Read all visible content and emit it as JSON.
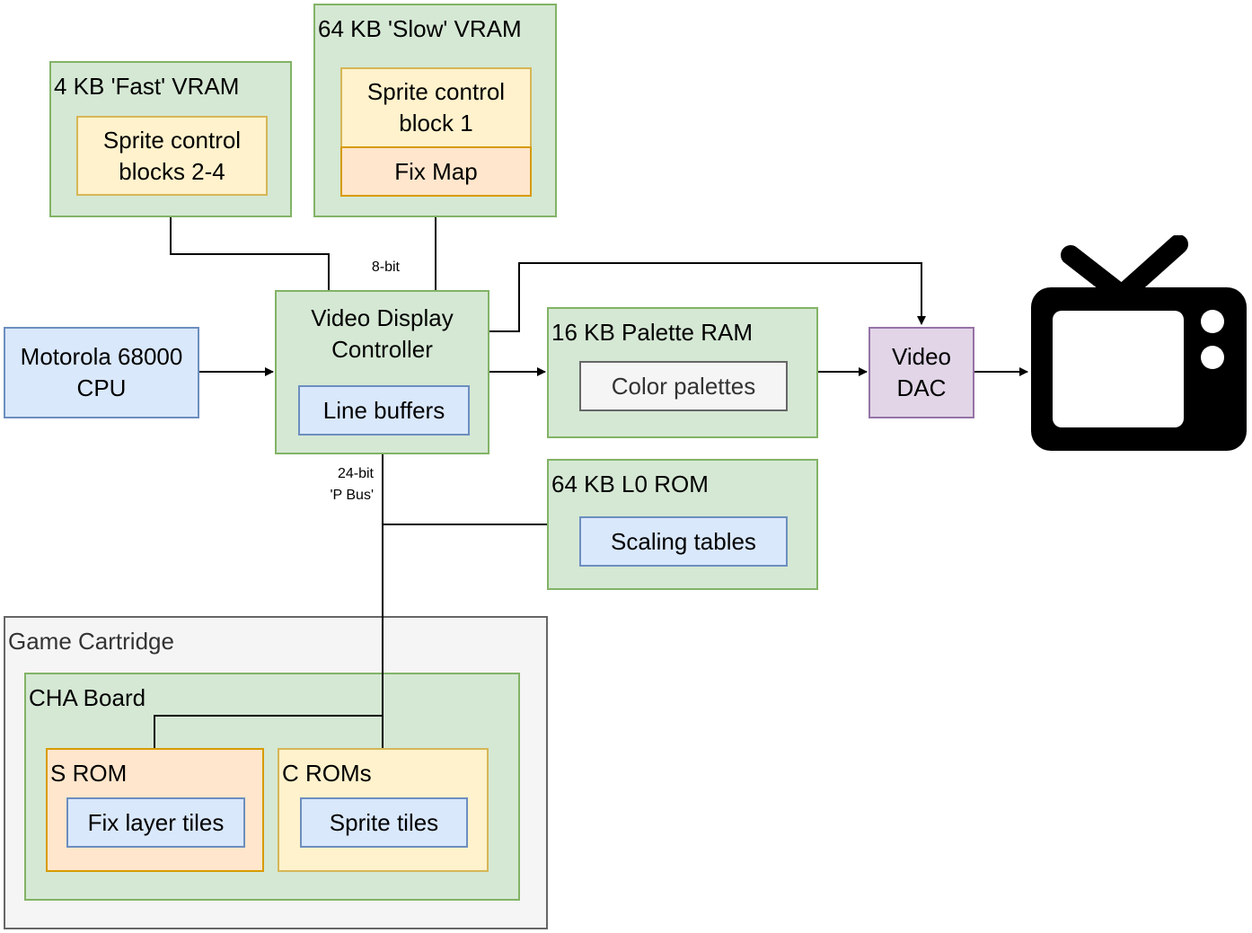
{
  "fast_vram": {
    "title": "4 KB 'Fast' VRAM",
    "inner": "Sprite control blocks 2-4"
  },
  "slow_vram": {
    "title": "64 KB 'Slow' VRAM",
    "inner_top": "Sprite control block 1",
    "inner_bottom": "Fix Map"
  },
  "cpu": {
    "label": "Motorola 68000 CPU"
  },
  "vdc": {
    "title": "Video Display Controller",
    "inner": "Line buffers"
  },
  "palette_ram": {
    "title": "16 KB Palette RAM",
    "inner": "Color palettes"
  },
  "video_dac": {
    "label": "Video DAC"
  },
  "l0_rom": {
    "title": "64 KB L0 ROM",
    "inner": "Scaling tables"
  },
  "cartridge": {
    "title": "Game Cartridge",
    "board": "CHA Board",
    "s_rom": {
      "title": "S ROM",
      "inner": "Fix layer tiles"
    },
    "c_roms": {
      "title": "C ROMs",
      "inner": "Sprite tiles"
    }
  },
  "labels": {
    "bus_8bit": "8-bit",
    "bus_24bit_line1": "24-bit",
    "bus_24bit_line2": "'P Bus'"
  },
  "tv": {
    "icon": "tv-icon"
  }
}
